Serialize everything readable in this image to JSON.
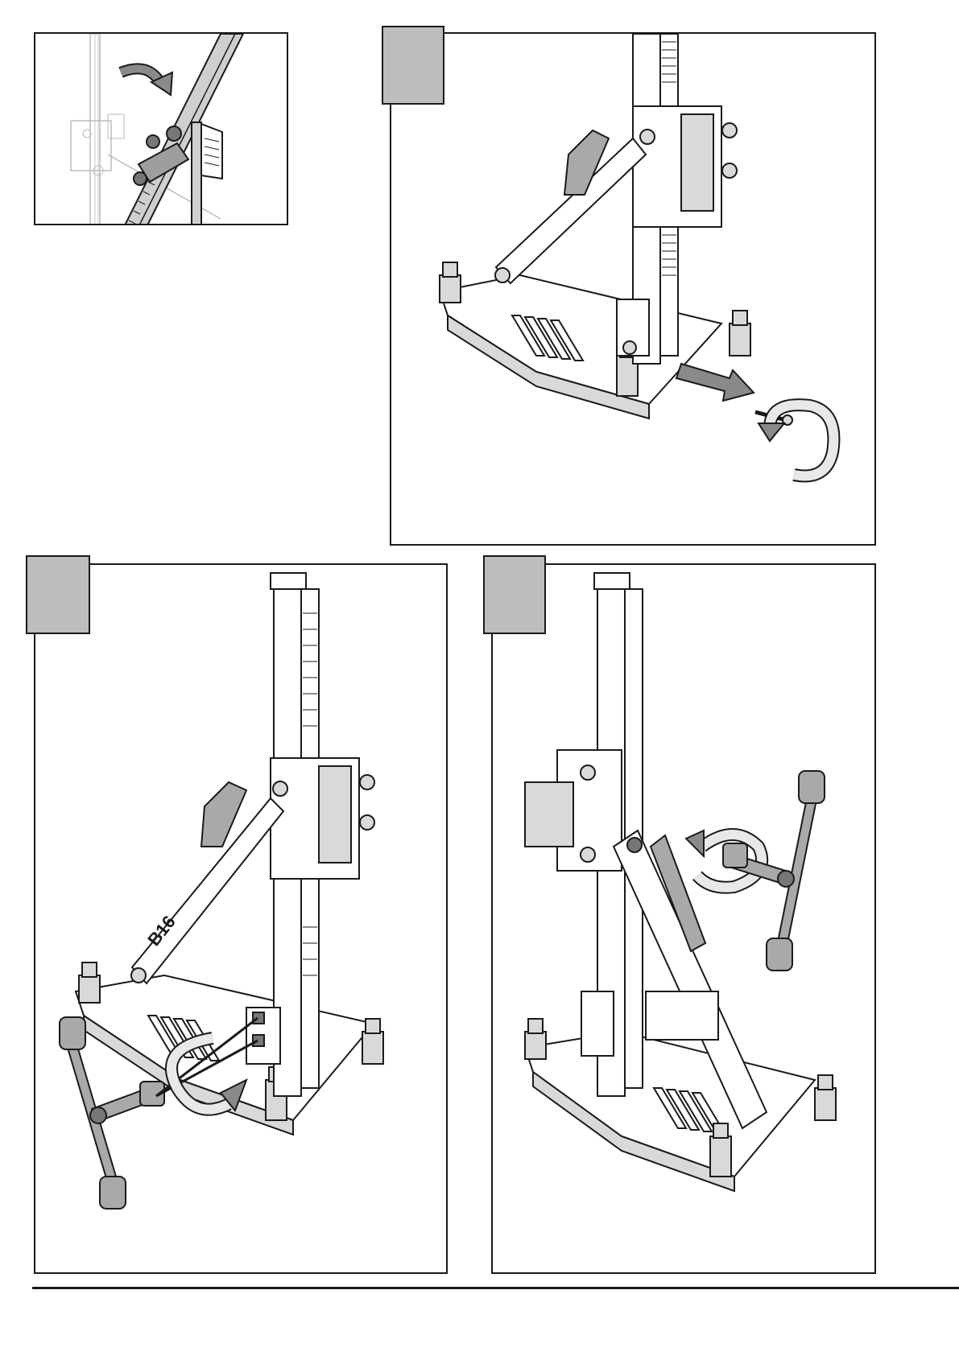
{
  "panels": [
    {
      "id": "detail",
      "step_label": ""
    },
    {
      "id": "step-a",
      "step_label": ""
    },
    {
      "id": "step-b",
      "step_label": ""
    },
    {
      "id": "step-c",
      "step_label": ""
    }
  ],
  "colors": {
    "line": "#1a1a1a",
    "tab": "#bdbdbd",
    "metal": "#d9d9d9",
    "metal_dark": "#a9a9a9",
    "arrow_fill": "#8a8a8a"
  },
  "column_label": "B16"
}
